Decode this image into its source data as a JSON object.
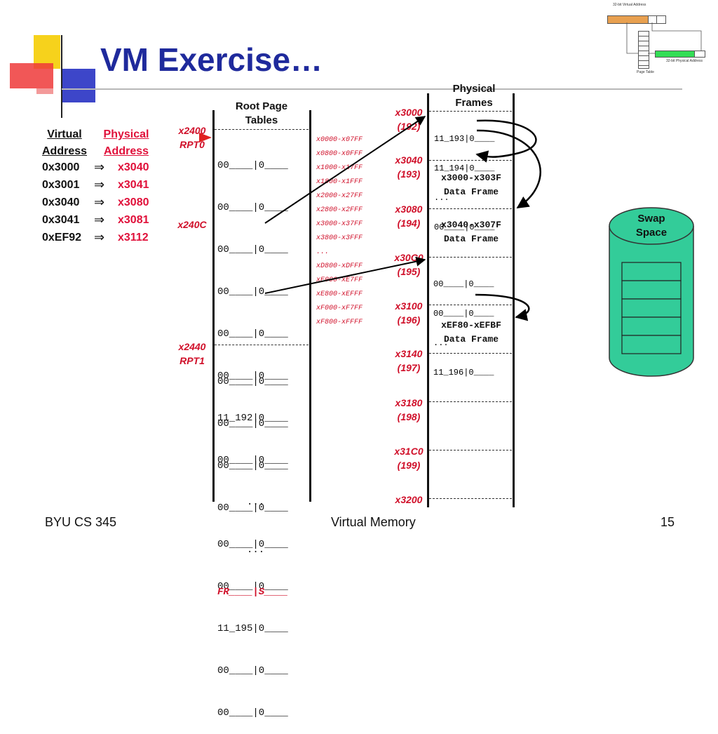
{
  "slide": {
    "title": "VM Exercise…",
    "footer_left": "BYU CS 345",
    "footer_center": "Virtual Memory",
    "footer_right": "15"
  },
  "inset": {
    "virtual_address_label": "32-bit Virtual Address",
    "physical_address_label": "32-bit Physical Address",
    "page_table_label": "Page Table"
  },
  "translation": {
    "headers": {
      "virtual": "Virtual Address",
      "physical": "Physical Address"
    },
    "rows": [
      {
        "virtual": "0x3000",
        "physical": "x3040"
      },
      {
        "virtual": "0x3001",
        "physical": "x3041"
      },
      {
        "virtual": "0x3040",
        "physical": "x3080"
      },
      {
        "virtual": "0x3041",
        "physical": "x3081"
      },
      {
        "virtual": "0xEF92",
        "physical": "x3112"
      }
    ],
    "arrow_glyph": "⇒"
  },
  "root_page_tables": {
    "header": "Root Page Tables",
    "labels": {
      "rpt0_addr": "x2400",
      "rpt0_name": "RPT0",
      "x240c": "x240C",
      "rpt1_addr": "x2440",
      "rpt1_name": "RPT1"
    },
    "rpt0_rows": [
      "00____|0____",
      "00____|0____",
      "00____|0____",
      "00____|0____",
      "00____|0____",
      "00____|0____",
      "11_192|0____",
      "00____|0____",
      "...",
      "00____|0____",
      "00____|0____",
      "11_195|0____",
      "00____|0____",
      "00____|0____"
    ],
    "rpt1_rows": [
      "00____|0____",
      "00____|0____",
      "00____|0____",
      "00____|0____",
      "...",
      "FR____|S____"
    ],
    "ranges": [
      "x0000-x07FF",
      "x0800-x0FFF",
      "x1000-x17FF",
      "x1800-x1FFF",
      "x2000-x27FF",
      "x2800-x2FFF",
      "x3000-x37FF",
      "x3800-x3FFF",
      "...",
      "xD800-xDFFF",
      "xE000-xE7FF",
      "xE800-xEFFF",
      "xF000-xF7FF",
      "xF800-xFFFF"
    ]
  },
  "physical_frames": {
    "header": "Physical Frames",
    "frames": [
      {
        "addr": "x3000",
        "num": "(192)"
      },
      {
        "addr": "x3040",
        "num": "(193)"
      },
      {
        "addr": "x3080",
        "num": "(194)"
      },
      {
        "addr": "x30C0",
        "num": "(195)"
      },
      {
        "addr": "x3100",
        "num": "(196)"
      },
      {
        "addr": "x3140",
        "num": "(197)"
      },
      {
        "addr": "x3180",
        "num": "(198)"
      },
      {
        "addr": "x31C0",
        "num": "(199)"
      },
      {
        "addr": "x3200",
        "num": ""
      }
    ],
    "frame192_rows": [
      "11_193|0____",
      "11_194|0____",
      "...",
      "00____|0____"
    ],
    "frame193_text": [
      "x3000-x303F",
      "Data Frame"
    ],
    "frame194_text": [
      "x3040-x307F",
      "Data Frame"
    ],
    "frame195_rows": [
      "00____|0____",
      "00____|0____",
      "...",
      "11_196|0____"
    ],
    "frame196_text": [
      "xEF80-xEFBF",
      "Data Frame"
    ]
  },
  "swap": {
    "label": "Swap Space",
    "color": "#33cc99"
  },
  "colors": {
    "title": "#1f2a9c",
    "red": "#d0102a"
  }
}
